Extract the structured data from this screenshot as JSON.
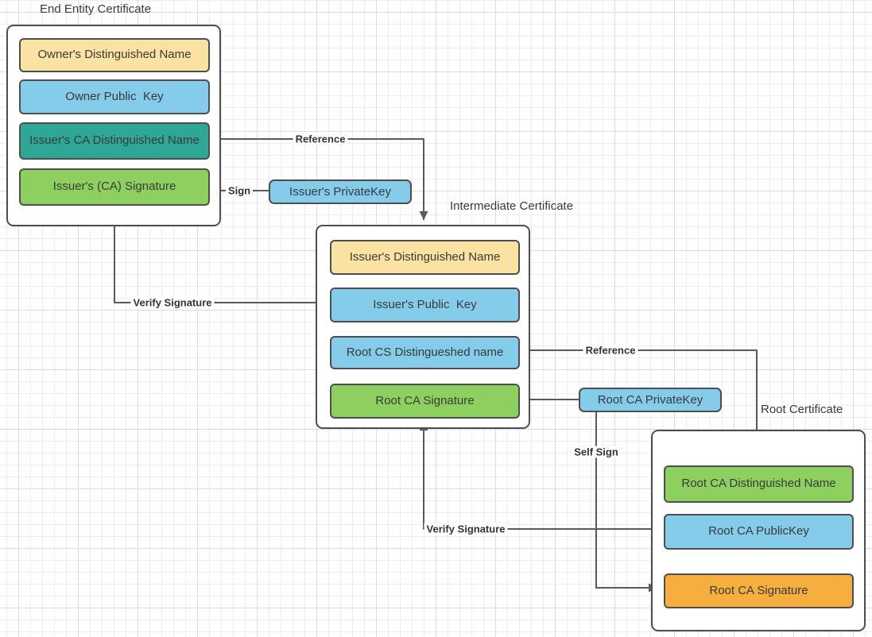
{
  "diagram": {
    "certificates": [
      {
        "title": "End Entity Certificate",
        "fields": [
          {
            "label": "Owner's Distinguished Name",
            "color": "yellow"
          },
          {
            "label": "Owner Public  Key",
            "color": "blue"
          },
          {
            "label": "Issuer's CA Distinguished Name",
            "color": "teal"
          },
          {
            "label": "Issuer's (CA) Signature",
            "color": "green"
          }
        ]
      },
      {
        "title": "Intermediate Certificate",
        "fields": [
          {
            "label": "Issuer's Distinguished Name",
            "color": "yellow"
          },
          {
            "label": "Issuer's Public  Key",
            "color": "blue"
          },
          {
            "label": "Root CS Distingueshed name",
            "color": "blue"
          },
          {
            "label": "Root CA Signature",
            "color": "green"
          }
        ]
      },
      {
        "title": "Root Certificate",
        "fields": [
          {
            "label": "Root CA Distinguished Name",
            "color": "green"
          },
          {
            "label": "Root CA PublicKey",
            "color": "blue"
          },
          {
            "label": "Root CA Signature",
            "color": "orange"
          }
        ]
      }
    ],
    "keys": [
      {
        "label": "Issuer's PrivateKey"
      },
      {
        "label": "Root CA PrivateKey"
      }
    ],
    "connector_labels": {
      "reference_top": "Reference",
      "sign": "Sign",
      "verify_signature_left": "Verify Signature",
      "reference_right": "Reference",
      "self_sign": "Self Sign",
      "verify_signature_bottom": "Verify Signature"
    }
  },
  "colors": {
    "yellow": "#FAE3A2",
    "blue": "#85CBEA",
    "teal": "#2EA797",
    "green": "#8DD05F",
    "orange": "#F6AE3E",
    "shape-border": "#4e4e4e",
    "connector": "#5a5a5a",
    "text": "#3a3a3a",
    "grid-minor": "#eeeeee",
    "grid-major": "#dcdcdc",
    "canvas-bg": "#ffffff"
  }
}
